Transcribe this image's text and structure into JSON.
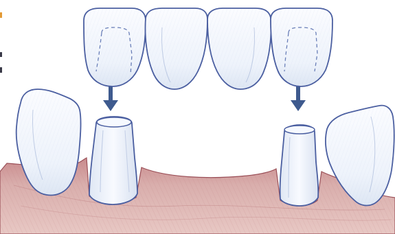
{
  "colors": {
    "background": "#ffffff",
    "tooth_fill": "#f4f7fc",
    "tooth_shade": "#dfe7f4",
    "tooth_outline": "#4a5ea0",
    "gum_fill": "#d6a5a3",
    "gum_dark": "#b97577",
    "gum_outline": "#9a4f57",
    "arrow": "#3e5a8e",
    "abutment_hint": "#6a7fb8",
    "edge_accent_orange": "#e39a35",
    "edge_accent_dark": "#3a3a48"
  },
  "components": {
    "bridge_crowns": 4,
    "abutments": 2,
    "adjacent_teeth": 2,
    "arrows": 2
  }
}
